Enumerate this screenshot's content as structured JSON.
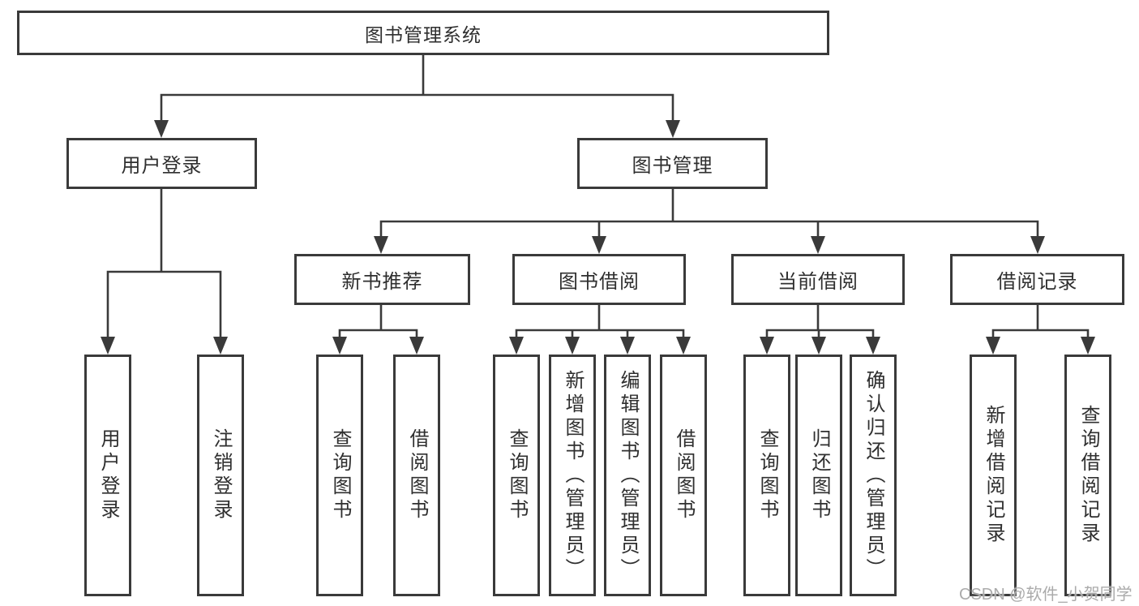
{
  "colors": {
    "line": "#3a3a3a",
    "text": "#2f2f2f",
    "background": "#ffffff",
    "watermark": "#ababab"
  },
  "watermark": "CSDN @软件_小贺同学",
  "tree": {
    "root": "图书管理系统",
    "level2": [
      "用户登录",
      "图书管理"
    ],
    "level3": [
      "新书推荐",
      "图书借阅",
      "当前借阅",
      "借阅记录"
    ],
    "leaves": [
      [
        "用户登录",
        "注销登录"
      ],
      [
        "查询图书",
        "借阅图书"
      ],
      [
        "查询图书",
        "新增图书（管理员）",
        "编辑图书（管理员）",
        "借阅图书"
      ],
      [
        "查询图书",
        "归还图书",
        "确认归还（管理员）"
      ],
      [
        "新增借阅记录",
        "查询借阅记录"
      ]
    ]
  }
}
